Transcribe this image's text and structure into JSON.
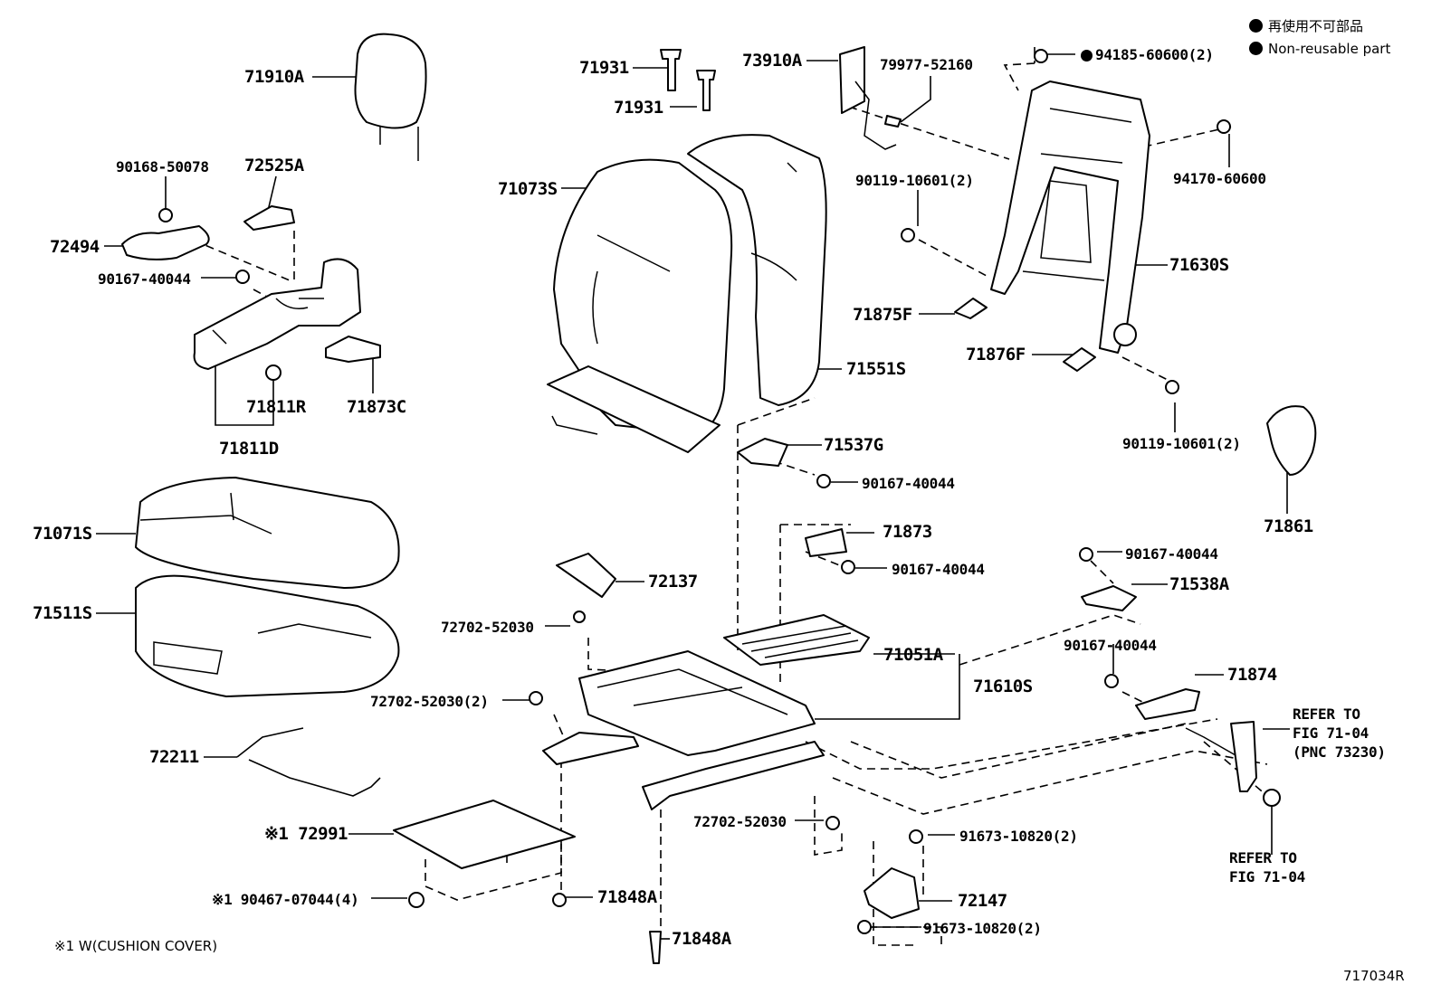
{
  "legend": [
    {
      "text": "再使用不可部品"
    },
    {
      "text": "Non-reusable part"
    }
  ],
  "parts": {
    "p71910A": "71910A",
    "p90168_50078": "90168-50078",
    "p72525A": "72525A",
    "p72494": "72494",
    "p90167_40044_a": "90167-40044",
    "p71811R": "71811R",
    "p71873C": "71873C",
    "p71811D": "71811D",
    "p71931_a": "71931",
    "p71931_b": "71931",
    "p73910A": "73910A",
    "p79977_52160": "79977-52160",
    "p71073S": "71073S",
    "p71551S": "71551S",
    "p94185_60600": "94185-60600(2)",
    "p90119_10601_a": "90119-10601(2)",
    "p94170_60600": "94170-60600",
    "p71630S": "71630S",
    "p71875F": "71875F",
    "p71876F": "71876F",
    "p90119_10601_b": "90119-10601(2)",
    "p71861": "71861",
    "p71071S": "71071S",
    "p71511S": "71511S",
    "p71537G": "71537G",
    "p90167_40044_b": "90167-40044",
    "p71873": "71873",
    "p90167_40044_c": "90167-40044",
    "p90167_40044_d": "90167-40044",
    "p71538A": "71538A",
    "p72137": "72137",
    "p72702_52030_a": "72702-52030",
    "p71051A": "71051A",
    "p71610S": "71610S",
    "p90167_40044_e": "90167-40044",
    "p71874": "71874",
    "p72702_52030_b": "72702-52030(2)",
    "p72211": "72211",
    "p72991": "※1 72991",
    "p72702_52030_c": "72702-52030",
    "p91673_10820_a": "91673-10820(2)",
    "p90467_07044": "※1 90467-07044(4)",
    "p71848A_a": "71848A",
    "p72147": "72147",
    "p91673_10820_b": "91673-10820(2)",
    "p71848A_b": "71848A"
  },
  "refer": {
    "belt": [
      "REFER TO",
      "FIG 71-04",
      "(PNC 73230)"
    ],
    "anchor": [
      "REFER TO",
      "FIG 71-04"
    ]
  },
  "footnote": "※1 W(CUSHION COVER)",
  "figure_code": "717034R"
}
